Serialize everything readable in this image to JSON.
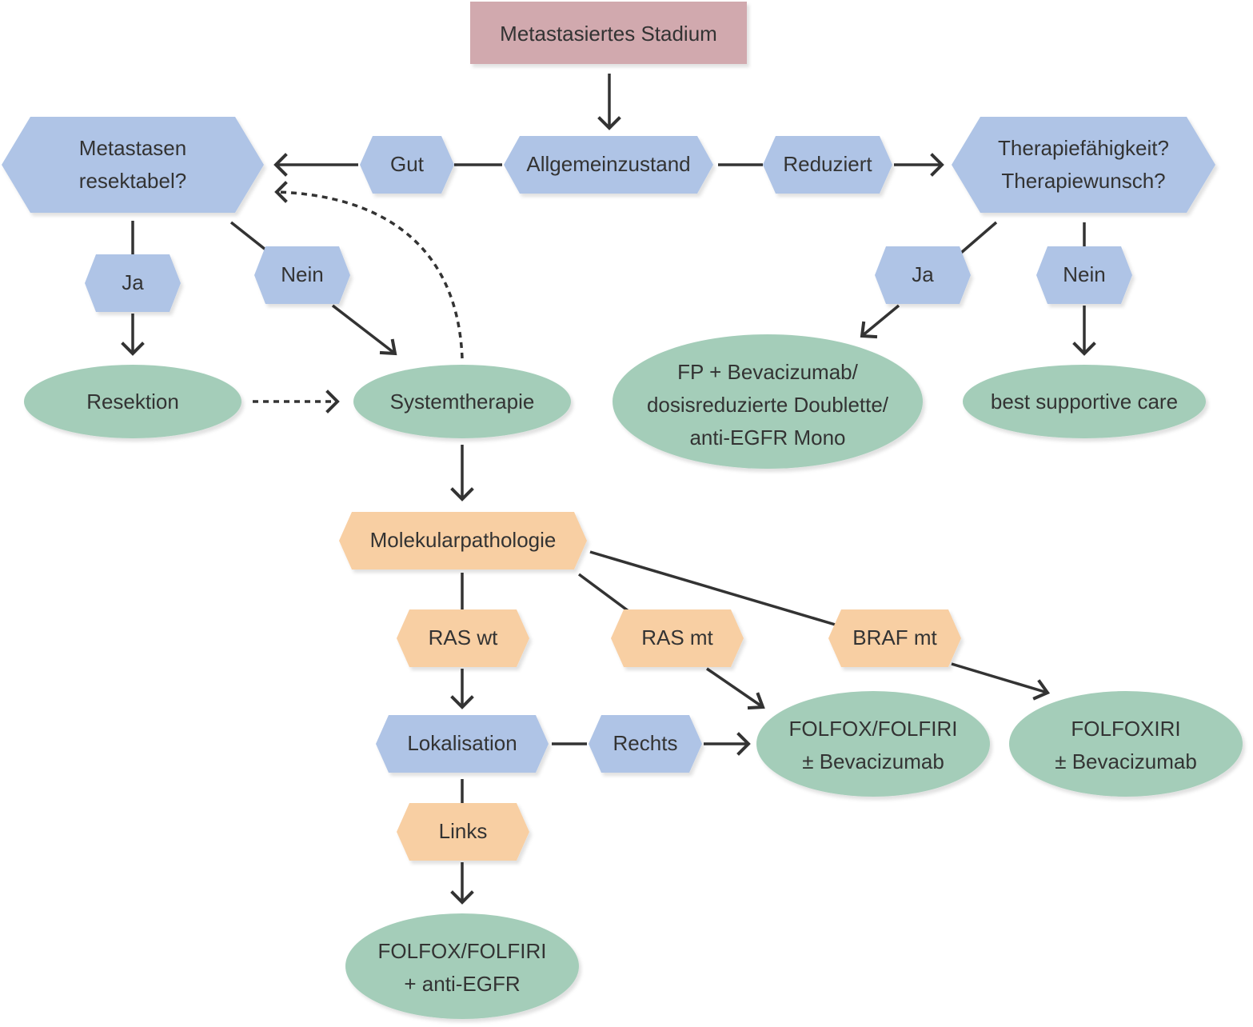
{
  "colors": {
    "top_box": "#d1a9ae",
    "blue": "#afc4e6",
    "green": "#a4cdb9",
    "orange": "#f8cfa3",
    "line": "#333333"
  },
  "nodes": {
    "start": "Metastasiertes Stadium",
    "allgemein": "Allgemeinzustand",
    "gut": "Gut",
    "reduziert": "Reduziert",
    "resektabel": [
      "Metastasen",
      "resektabel?"
    ],
    "therapiefaehig": [
      "Therapiefähigkeit?",
      "Therapiewunsch?"
    ],
    "ja_left": "Ja",
    "nein_left": "Nein",
    "ja_right": "Ja",
    "nein_right": "Nein",
    "resektion": "Resektion",
    "systemtherapie": "Systemtherapie",
    "fp_bev": [
      "FP + Bevacizumab/",
      "dosisreduzierte Doublette/",
      "anti-EGFR Mono"
    ],
    "bsc": "best supportive care",
    "molekular": "Molekularpathologie",
    "ras_wt": "RAS wt",
    "ras_mt": "RAS mt",
    "braf_mt": "BRAF mt",
    "lokalisation": "Lokalisation",
    "rechts": "Rechts",
    "links": "Links",
    "folfox_bev": [
      "FOLFOX/FOLFIRI",
      "± Bevacizumab"
    ],
    "folfoxiri": [
      "FOLFOXIRI",
      "± Bevacizumab"
    ],
    "folfox_egfr": [
      "FOLFOX/FOLFIRI",
      "+ anti-EGFR"
    ]
  }
}
